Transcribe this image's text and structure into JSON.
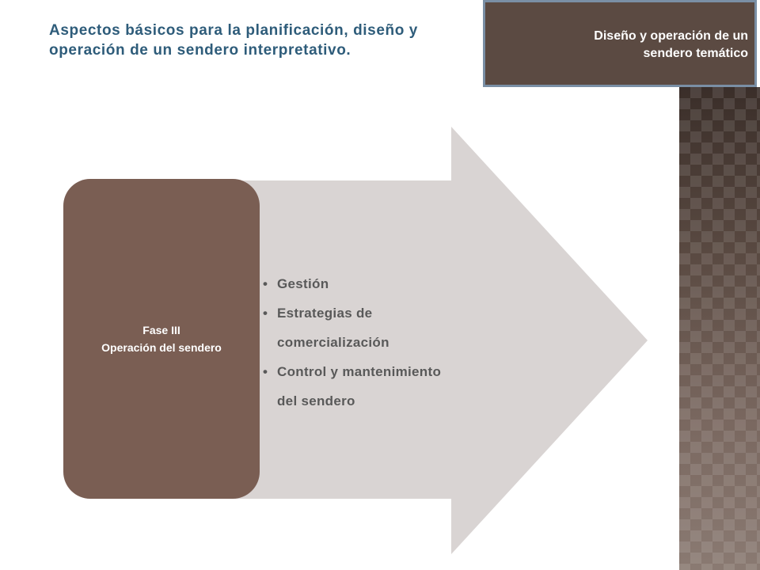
{
  "header": {
    "title": "Aspectos básicos para la planificación, diseño y operación de un sendero interpretativo."
  },
  "tag": {
    "line1": "Diseño y operación de un",
    "line2": "sendero temático"
  },
  "phase": {
    "label": "Fase III",
    "name": "Operación del sendero"
  },
  "items": [
    {
      "line1": "Gestión"
    },
    {
      "line1": "Estrategias de",
      "line2": "comercialización"
    },
    {
      "line1": "Control y mantenimiento",
      "line2": "del sendero"
    }
  ],
  "colors": {
    "title": "#2e5c7a",
    "tag_bg": "#5b4a42",
    "tag_border": "#7a8fa5",
    "phase_bg": "#7a5e53",
    "arrow_fill": "#d9d4d3",
    "bullet_text": "#595959"
  }
}
